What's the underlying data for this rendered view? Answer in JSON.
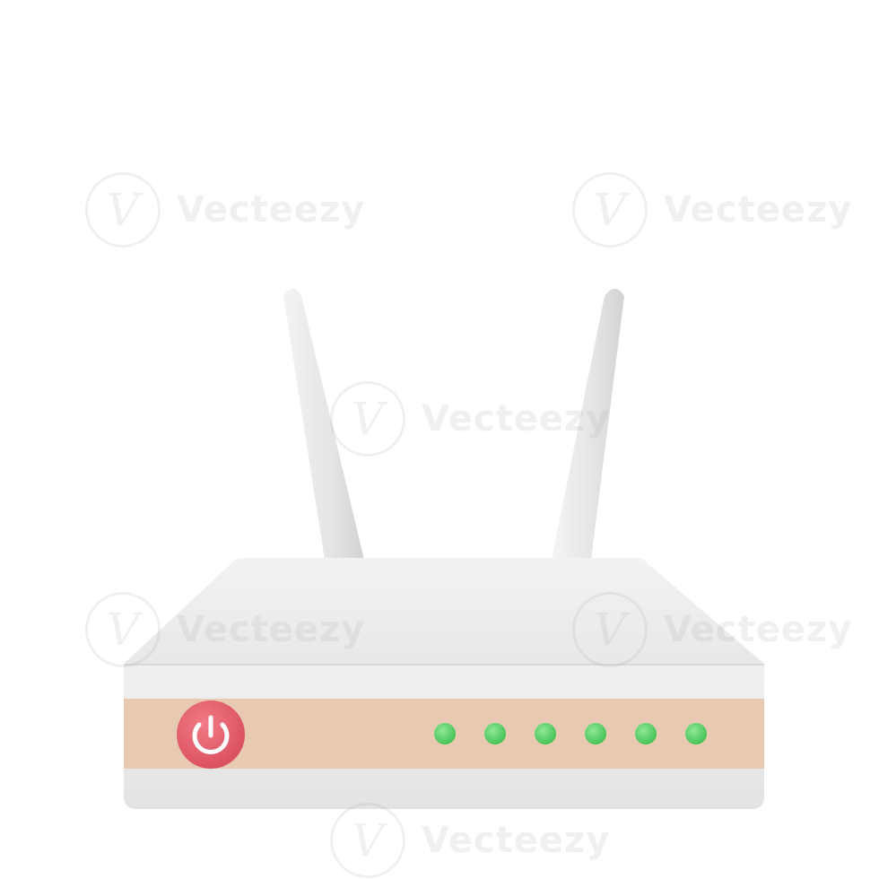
{
  "image": {
    "subject": "wifi-router",
    "watermark_text": "Vecteezy",
    "watermark_logo_glyph": "V"
  },
  "colors": {
    "background": "#ffffff",
    "body_top": "#f0f0f0",
    "body_front": "#e9e9e9",
    "body_side": "#dcdcdc",
    "antenna": "#e6e6e6",
    "stripe": "#e8c9b2",
    "power_button": "#e9616e",
    "power_icon": "#ffffff",
    "led": "#56d065"
  },
  "router": {
    "antennas": [
      "left-antenna",
      "right-antenna"
    ],
    "power_icon": "power-icon",
    "led_count": 6,
    "leds": [
      "led-1",
      "led-2",
      "led-3",
      "led-4",
      "led-5",
      "led-6"
    ]
  }
}
